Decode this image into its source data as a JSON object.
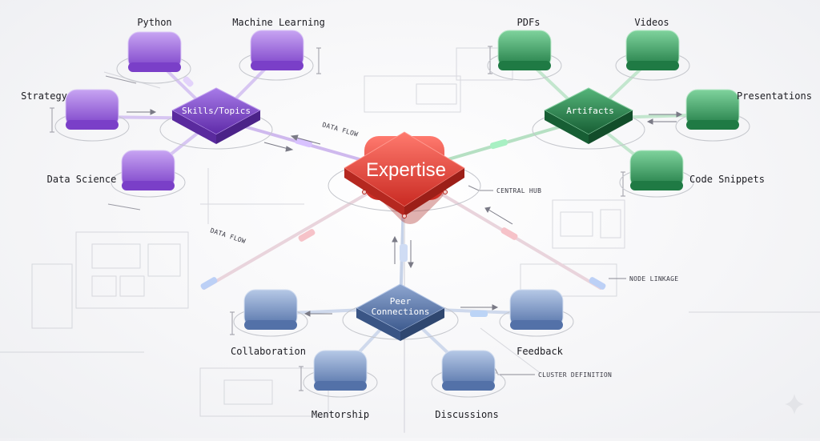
{
  "hub": {
    "label": "Expertise",
    "color": "#e8453c",
    "annotation": "CENTRAL HUB"
  },
  "clusters": {
    "skills": {
      "label": "Skills/Topics",
      "color": "#9156d8",
      "leaves": [
        "Python",
        "Machine Learning",
        "Strategy",
        "Data Science"
      ]
    },
    "artifacts": {
      "label": "Artifacts",
      "color": "#2f9a5a",
      "leaves": [
        "PDFs",
        "Videos",
        "Presentations",
        "Code Snippets"
      ]
    },
    "peers": {
      "label": "Peer Connections",
      "color": "#5a7bb8",
      "leaves": [
        "Collaboration",
        "Feedback",
        "Mentorship",
        "Discussions"
      ]
    }
  },
  "annotations": {
    "data_flow": "DATA FLOW",
    "node_linkage": "NODE LINKAGE",
    "cluster_definition": "CLUSTER DEFINITION"
  },
  "icons": [
    "sparkle-icon"
  ]
}
